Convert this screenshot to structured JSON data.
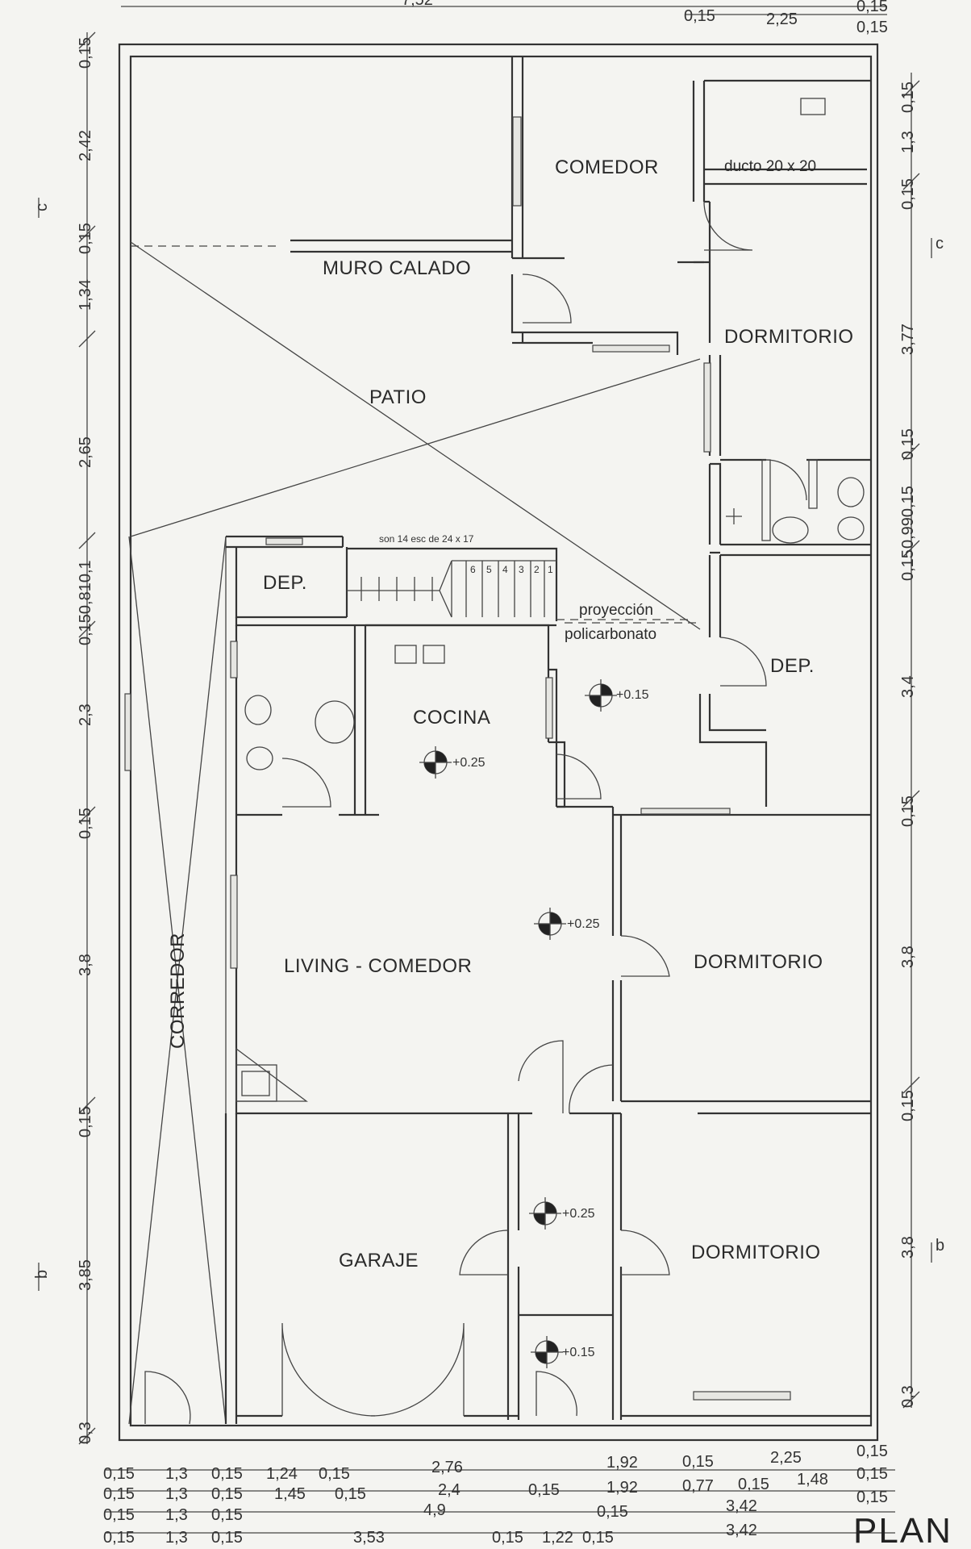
{
  "plan": {
    "rooms": {
      "comedor_top": "COMEDOR",
      "ducto": "ducto 20 x 20",
      "muro_calado": "MURO CALADO",
      "dormitorio_top": "DORMITORIO",
      "patio": "PATIO",
      "escalera_note": "son 14 esc de 24 x 17",
      "dep_left": "DEP.",
      "proyeccion": "proyección",
      "policarbonato": "policarbonato",
      "dep_right": "DEP.",
      "cocina": "COCINA",
      "living": "LIVING - COMEDOR",
      "dormitorio_mid": "DORMITORIO",
      "corredor": "CORREDOR",
      "garaje": "GARAJE",
      "dormitorio_bottom": "DORMITORIO"
    },
    "stair_steps": [
      "6",
      "5",
      "4",
      "3",
      "2",
      "1"
    ],
    "levels": {
      "hall": "+0.15",
      "cocina": "+0.25",
      "living": "+0.25",
      "garaje_hall": "+0.25",
      "entrance": "+0.15"
    },
    "dims_top": {
      "left": "7,52",
      "a": "0,15",
      "b": "2,25",
      "c": "0,15",
      "d": "0,15"
    },
    "dims_left": [
      "0,15",
      "2,42",
      "0,15",
      "1,34",
      "2,65",
      "0,150,810,1",
      "2,3",
      "0,15",
      "3,8",
      "0,15",
      "3,85",
      "0,3"
    ],
    "dims_right": [
      "0,15",
      "1,3",
      "0,15",
      "3,77",
      "0,15",
      "0,990,15",
      "0,15",
      "3,4",
      "0,15",
      "3,8",
      "0,15",
      "3,8",
      "0,3"
    ],
    "section_marks": {
      "left_top": "c",
      "right_top": "c",
      "left_bottom": "b",
      "right_bottom": "b"
    },
    "dims_bottom": {
      "row1": [
        "0,15",
        "1,3",
        "0,15",
        "1,24",
        "0,15",
        "2,76",
        "1,92",
        "0,15",
        "2,25",
        "0,15"
      ],
      "row2": [
        "0,15",
        "1,3",
        "0,15",
        "1,45",
        "0,15",
        "2,4",
        "0,15",
        "1,92",
        "0,77",
        "0,15",
        "1,48",
        "0,15"
      ],
      "row3": [
        "0,15",
        "1,3",
        "0,15",
        "4,9",
        "0,15",
        "3,42",
        "0,15"
      ],
      "row4": [
        "0,15",
        "1,3",
        "0,15",
        "3,53",
        "0,15",
        "1,22",
        "0,15",
        "3,42"
      ]
    },
    "title": "PLAN"
  }
}
